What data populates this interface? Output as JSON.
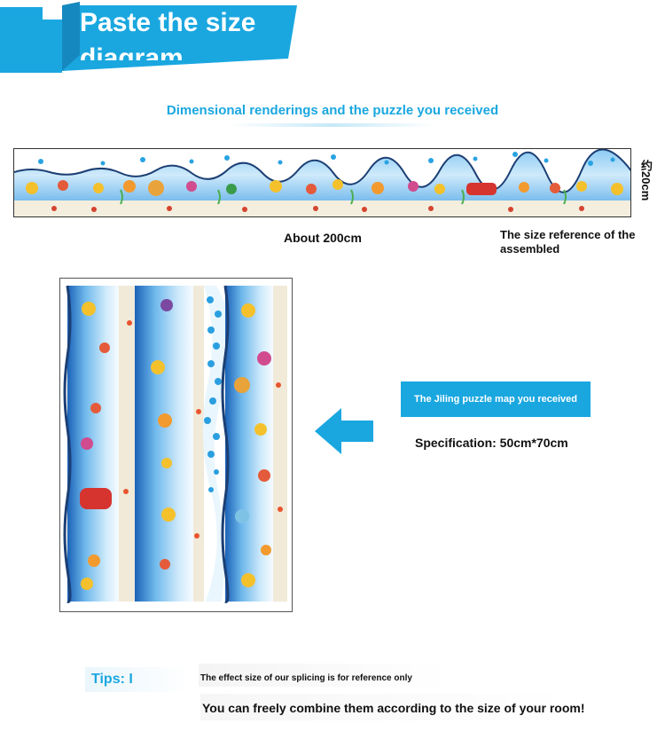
{
  "header": {
    "title": "Paste the size diagram",
    "color": "#1aa7e0"
  },
  "subtitle": "Dimensional renderings and the puzzle you received",
  "assembled": {
    "height_label": "约20cm",
    "length_label": "About 200cm",
    "reference_label": "The size reference of the assembled"
  },
  "received": {
    "tag_label": "The Jiling puzzle map you received",
    "specification": "Specification: 50cm*70cm"
  },
  "tips": {
    "label": "Tips: I",
    "line1": "The effect size of our splicing is for reference only",
    "line2": "You can freely combine them according to the size of your room!"
  },
  "colors": {
    "accent": "#1aa7e0",
    "water_light": "#cfeafb",
    "water_mid": "#6fb9ec",
    "water_dark": "#1c63b8",
    "sand": "#f1ead8"
  }
}
